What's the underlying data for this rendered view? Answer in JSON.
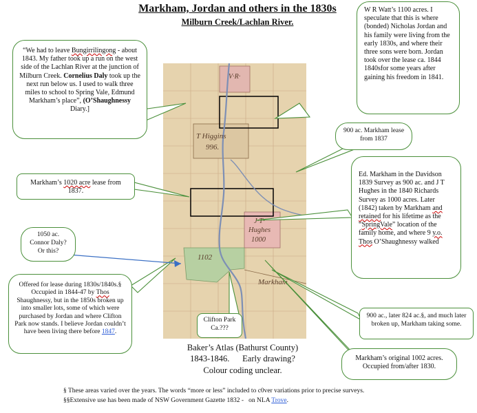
{
  "title": {
    "main": "Markham, Jordan and others in the 1830s",
    "sub": "Milburn Creek/Lachlan River."
  },
  "map_labels": {
    "vr": "V·R·",
    "higgins": "T Higgins",
    "higgins_num": "996.",
    "hughes_jt": "J·T·",
    "hughes_name": "Hughes",
    "hughes_num": "1000",
    "lot_1102": "1102",
    "markham": "Markham"
  },
  "callouts": {
    "diary_1": "“We had to leave ",
    "diary_2": "Bungirrilingong",
    "diary_3": " - about 1843. My father took up a run on the west side of the Lachlan River at the junction of Milburn Creek. ",
    "diary_4": "Cornelius Daly",
    "diary_5": " took up the next run below us. I used to walk three miles to school to Spring Vale, Edmund Markham’s place”, ",
    "diary_6": "(O’Shaughnessy",
    "diary_7": " Diary.]",
    "watt": "W R Watt’s 1100 acres. I speculate that this is where (bonded) Nicholas Jordan and his family were living from the early 1830s, and where their three sons were born. Jordan took over the lease ca. 1844 1840sfor some years after gaining his freedom in 1841.",
    "lease1837": "900 ac. Markham lease from 1837",
    "markham1020_1": "Markham’s ",
    "markham1020_2": "1020 acre",
    "markham1020_3": " lease from 1837.",
    "edmarkham_1": "Ed. Markham in the Davidson 1839 Survey as 900 ac. and J T Hughes in the 1840 Richards Survey as 1000 acres. Later (1842) taken by Markham ",
    "edmarkham_2": "and retained",
    "edmarkham_3": " for his lifetime as the “",
    "edmarkham_4": "SpringVale",
    "edmarkham_5": "” location of the family home, and where 9 ",
    "edmarkham_6": "y.o.",
    "edmarkham_7": " ",
    "edmarkham_8": "Thos",
    "edmarkham_9": " O’Shaughnessy walked",
    "connor_1": "1050 ac.",
    "connor_2": "Connor Daly?",
    "connor_3": "Or this?",
    "offered_1": "Offered for lease during 1830s/1840s.§ Occupied in 1844-47 by ",
    "offered_2": "Thos",
    "offered_3": " Shaughnessy, but in the 1850s broken up into smaller lots, some of which were purchased by Jordan and where Clifton Park now stands. I believe Jordan couldn’t have been living there before ",
    "offered_4": "1847",
    "offered_5": ".",
    "clifton": "Clifton Park Ca.???",
    "ac900_824": "900 ac., later 824 ac.§, and much later broken up, Markham taking some.",
    "original1002": "Markham’s original 1002 acres. Occupied from/after 1830."
  },
  "caption": {
    "line1": "Baker’s Atlas (Bathurst County)",
    "line2": "1843-1846.      Early drawing?",
    "line3": "Colour coding unclear."
  },
  "footnotes": {
    "f1": "§ These areas varied over the years. The words “more or less” included to c0ver variations prior to precise surveys.",
    "f2a": "§§Extensive use has been made of NSW Government Gazette 1832 -   on NLA ",
    "f2b": "Trove",
    "f2c": "."
  }
}
